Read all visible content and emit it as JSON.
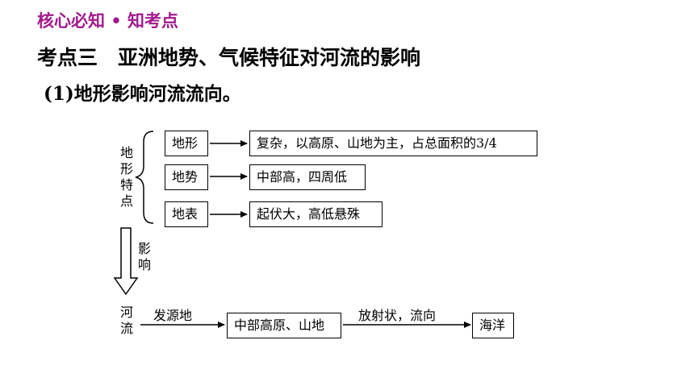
{
  "header": {
    "section_tag": "核心必知 • 知考点",
    "title": "考点三　亚洲地势、气候特征对河流的影响",
    "subtitle": "(1)地形影响河流流向。"
  },
  "colors": {
    "section_tag": "#a21a8c",
    "title": "#000000"
  },
  "diagram": {
    "group_label": "地形特点",
    "features": [
      {
        "name": "地形",
        "description": "复杂，以高原、山地为主，占总面积的3/4"
      },
      {
        "name": "地势",
        "description": "中部高，四周低"
      },
      {
        "name": "地表",
        "description": "起伏大，高低悬殊"
      }
    ],
    "influence_label": "影响",
    "river_label": "河流",
    "source_label": "发源地",
    "source_box": "中部高原、山地",
    "flow_label": "放射状，流向",
    "destination_box": "海洋"
  }
}
